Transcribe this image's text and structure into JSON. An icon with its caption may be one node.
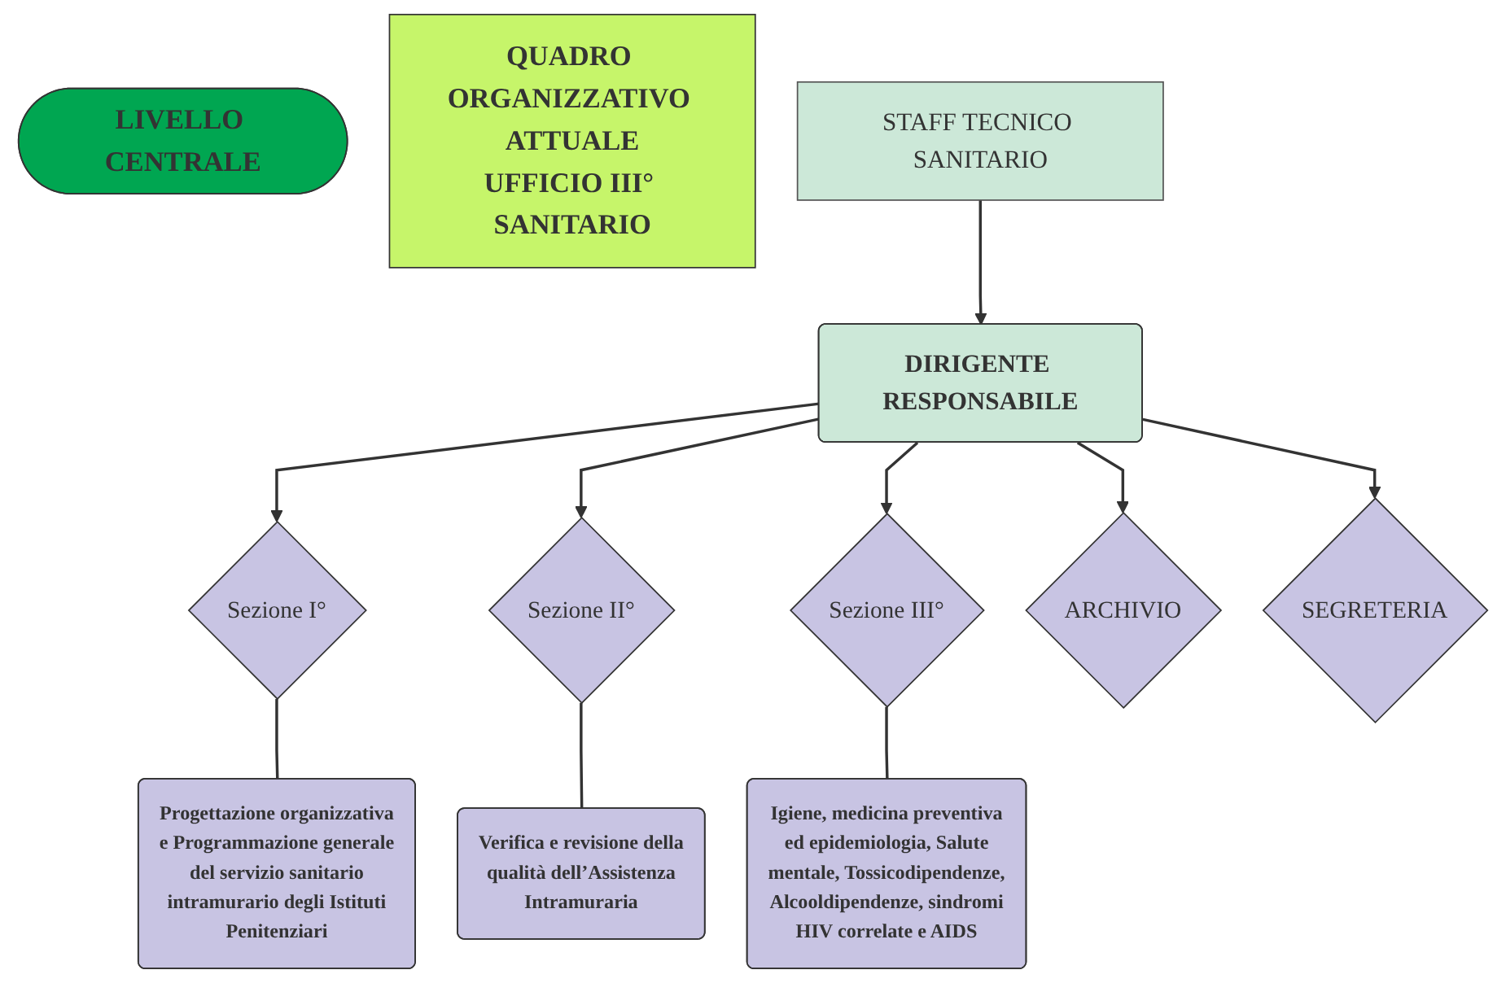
{
  "diagram": {
    "nodes": [
      {
        "text": [
          "LIVELLO CENTRALE"
        ]
      },
      {
        "text": [
          "QUADRO ORGANIZZATIVO ATTUALE UFFICIO III° SANITARIO"
        ]
      },
      {
        "text": [
          "DIRIGENTE RESPONSABILE"
        ]
      },
      {
        "text": [
          "STAFF TECNICO SANITARIO"
        ]
      },
      {
        "text": [
          "Sezione I°"
        ]
      },
      {
        "text": [
          "Sezione II°"
        ]
      },
      {
        "text": [
          "Sezione III°"
        ]
      },
      {
        "text": [
          "ARCHIVIO"
        ]
      },
      {
        "text": [
          "SEGRETERIA"
        ]
      },
      {
        "text": [
          "Progettazione organizzativa e Programmazione generale del servizio sanitario intramurario degli Istituti Penitenziari"
        ]
      },
      {
        "text": [
          "Verifica e revisione della qualità dell’Assistenza Intramuraria"
        ]
      },
      {
        "text": [
          "Igiene, medicina preventiva ed epidemiologia, Salute mentale, Tossicodipendenze, Alcooldipendenze, sindromi HIV correlate e AIDS"
        ]
      }
    ],
    "edges": [
      {
        "from": 3,
        "to": 2,
        "arrow": "to"
      },
      {
        "from": 2,
        "to": 4,
        "arrow": "to"
      },
      {
        "from": 2,
        "to": 5,
        "arrow": "to"
      },
      {
        "from": 2,
        "to": 6,
        "arrow": "to"
      },
      {
        "from": 2,
        "to": 7,
        "arrow": "to"
      },
      {
        "from": 2,
        "to": 8,
        "arrow": "to"
      },
      {
        "from": 4,
        "to": 9,
        "arrow": "none"
      },
      {
        "from": 5,
        "to": 10,
        "arrow": "none"
      },
      {
        "from": 6,
        "to": 11,
        "arrow": "none"
      }
    ]
  }
}
